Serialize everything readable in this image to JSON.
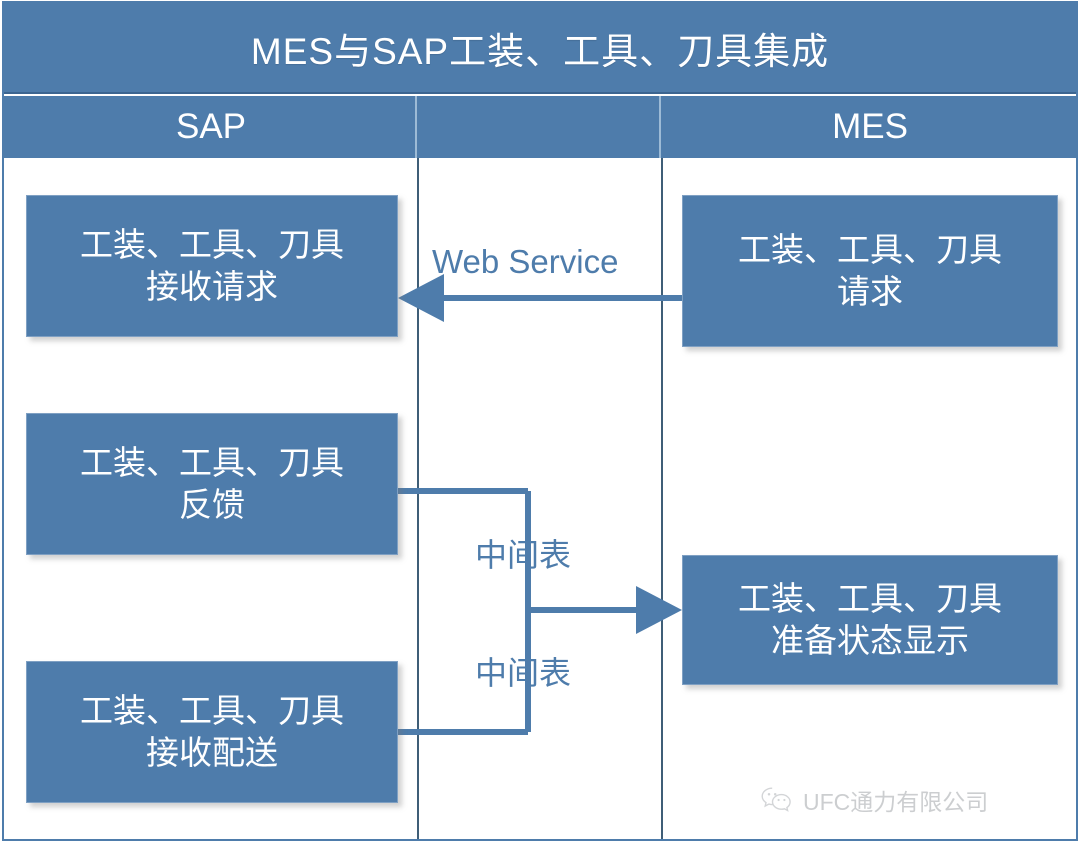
{
  "diagram": {
    "title": "MES与SAP工装、工具、刀具集成",
    "columns": [
      {
        "id": "sap",
        "label": "SAP"
      },
      {
        "id": "middle",
        "label": ""
      },
      {
        "id": "mes",
        "label": "MES"
      }
    ],
    "boxes": {
      "sap_receive_request": {
        "line1": "工装、工具、刀具",
        "line2": "接收请求"
      },
      "sap_feedback": {
        "line1": "工装、工具、刀具",
        "line2": "反馈"
      },
      "sap_receive_deliver": {
        "line1": "工装、工具、刀具",
        "line2": "接收配送"
      },
      "mes_request": {
        "line1": "工装、工具、刀具",
        "line2": "请求"
      },
      "mes_prep_status": {
        "line1": "工装、工具、刀具",
        "line2": "准备状态显示"
      }
    },
    "connectors": {
      "web_service": "Web Service",
      "mid_table_1": "中间表",
      "mid_table_2": "中间表"
    },
    "colors": {
      "header_blue": "#4E7CAB",
      "box_fill": "#4E7CAB",
      "box_border": "#7FA0C3",
      "connector_blue": "#4E7CAB",
      "divider": "#3F5E77",
      "background": "#FFFFFF",
      "text_light": "#FFFFFF"
    }
  },
  "watermark": {
    "text": "UFC通力有限公司",
    "icon": "wechat-icon"
  }
}
